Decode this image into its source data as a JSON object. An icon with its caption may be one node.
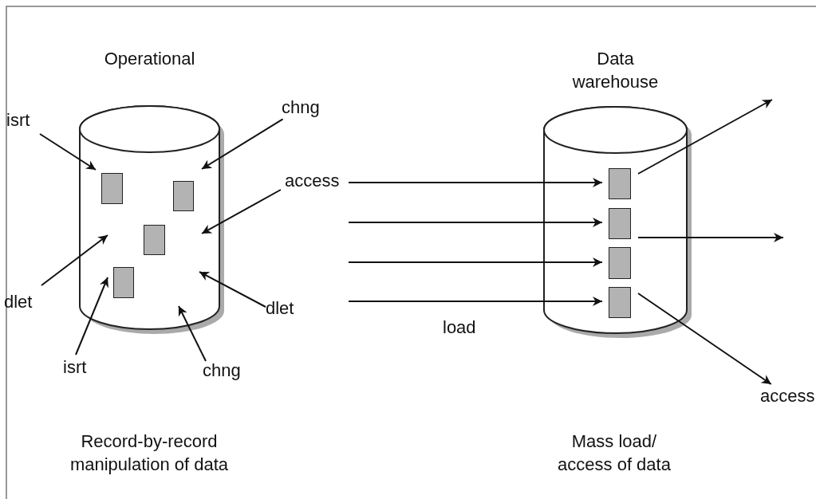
{
  "diagram": {
    "nodes": [
      {
        "text": [
          "Operational"
        ]
      },
      {
        "text": [
          "Data warehouse"
        ]
      },
      {
        "text": [],
        "shape": "box",
        "in": 0
      },
      {
        "text": [],
        "shape": "box",
        "in": 0
      },
      {
        "text": [],
        "shape": "box",
        "in": 0
      },
      {
        "text": [],
        "shape": "box",
        "in": 0
      },
      {
        "text": [],
        "shape": "box",
        "in": 1
      },
      {
        "text": [],
        "shape": "box",
        "in": 1
      },
      {
        "text": [],
        "shape": "box",
        "in": 1
      },
      {
        "text": [],
        "shape": "box",
        "in": 1
      },
      {
        "text": [
          "isrt"
        ]
      },
      {
        "text": [
          "chng"
        ]
      },
      {
        "text": [
          "access"
        ]
      },
      {
        "text": [
          "dlet"
        ]
      },
      {
        "text": [
          "dlet"
        ]
      },
      {
        "text": [
          "isrt"
        ]
      },
      {
        "text": [
          "chng"
        ]
      },
      {
        "text": [
          "access"
        ]
      }
    ],
    "edges": [
      {
        "from": 10,
        "to": 0,
        "arrow": "to"
      },
      {
        "from": 11,
        "to": 0,
        "arrow": "to"
      },
      {
        "from": 12,
        "to": 0,
        "arrow": "to"
      },
      {
        "from": 13,
        "to": 0,
        "arrow": "to"
      },
      {
        "from": 14,
        "to": 0,
        "arrow": "to"
      },
      {
        "from": 15,
        "to": 5,
        "arrow": "to"
      },
      {
        "from": 16,
        "to": 0,
        "arrow": "to"
      },
      {
        "from": 12,
        "to": 6,
        "arrow": "to"
      },
      {
        "from": null,
        "to": 7,
        "arrow": "to"
      },
      {
        "from": null,
        "to": 8,
        "arrow": "to"
      },
      {
        "from": null,
        "to": 9,
        "arrow": "to",
        "label": "load"
      },
      {
        "from": 6,
        "to": null,
        "arrow": "to"
      },
      {
        "from": 7,
        "to": null,
        "arrow": "to"
      },
      {
        "from": 9,
        "to": 17,
        "arrow": "to"
      }
    ],
    "labels": [
      "Record-by-record manipulation of data",
      "Mass load/ access of data"
    ]
  }
}
